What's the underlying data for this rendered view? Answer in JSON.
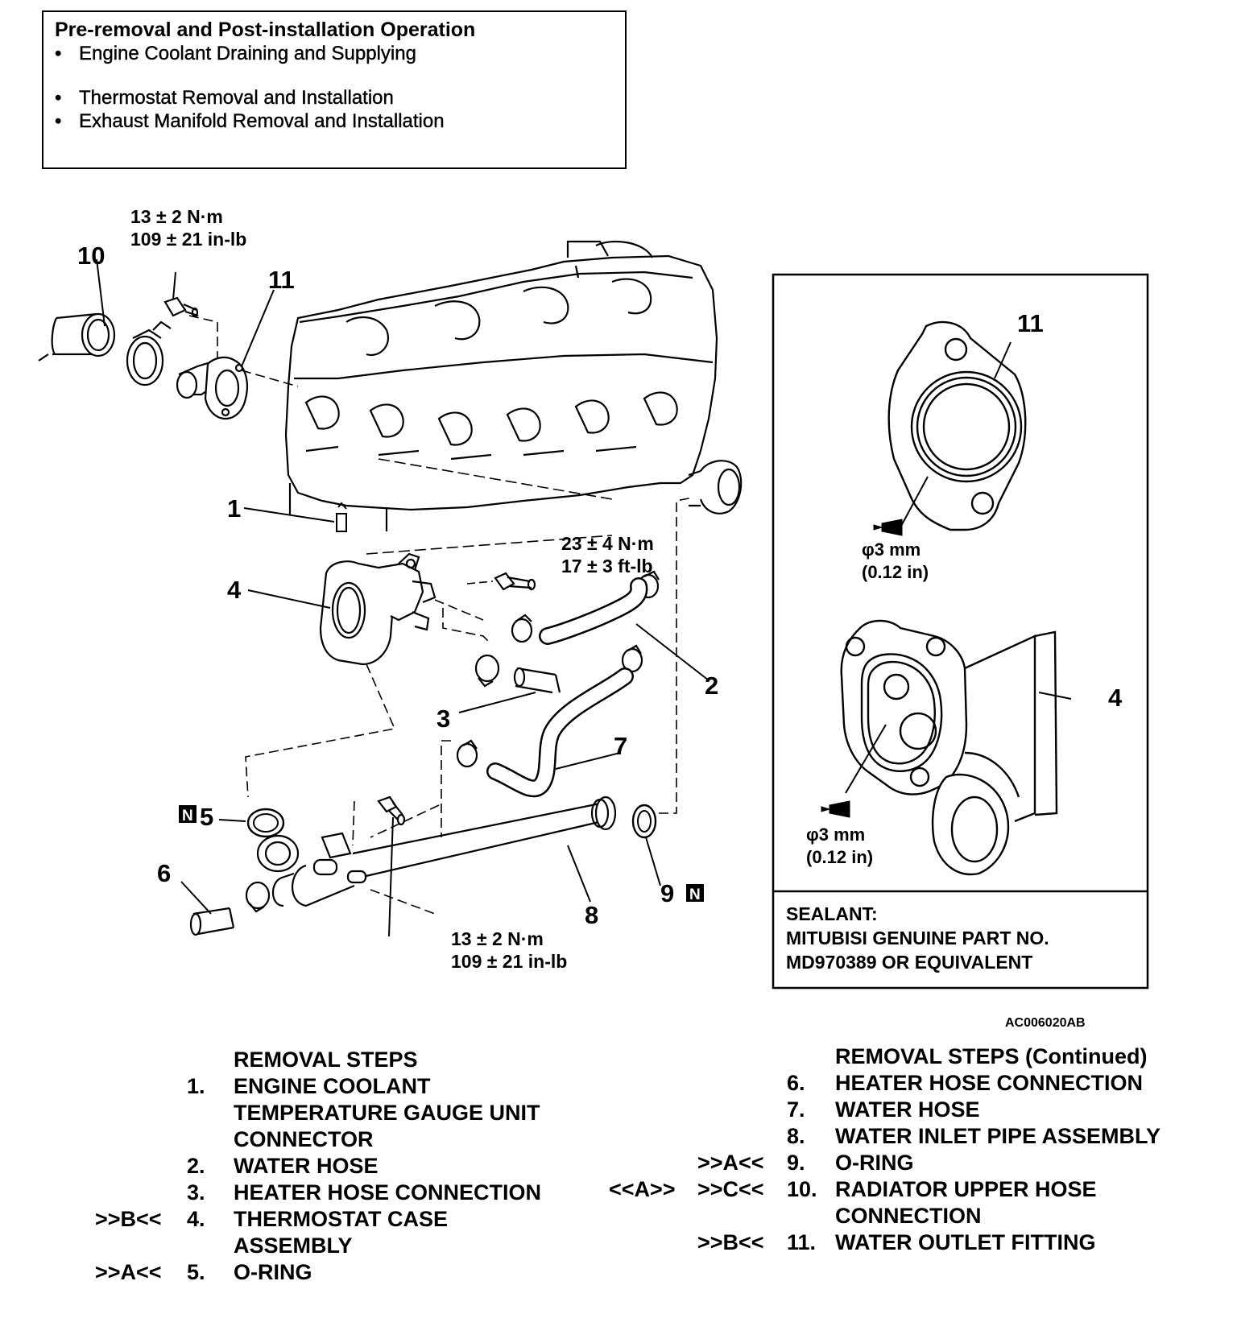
{
  "pre_removal": {
    "title": "Pre-removal and Post-installation Operation",
    "items": [
      "Engine Coolant Draining and Supplying",
      "Thermostat Removal and Installation",
      "Exhaust Manifold Removal and Installation"
    ]
  },
  "torques": {
    "top": [
      "13 ± 2 N·m",
      "109 ± 21 in-lb"
    ],
    "mid": [
      "23 ± 4 N·m",
      "17 ± 3 ft-lb"
    ],
    "bottom": [
      "13 ± 2 N·m",
      "109 ± 21 in-lb"
    ]
  },
  "callouts": [
    "1",
    "2",
    "3",
    "4",
    "5",
    "6",
    "7",
    "8",
    "9",
    "10",
    "11"
  ],
  "new_part_mark": "N",
  "inset": {
    "callout_top": "11",
    "callout_bottom": "4",
    "bead_top": [
      "φ3 mm",
      "(0.12 in)"
    ],
    "bead_bottom": [
      "φ3 mm",
      "(0.12 in)"
    ],
    "sealant_lines": [
      "SEALANT:",
      "MITUBISI GENUINE PART NO.",
      "MD970389 OR EQUIVALENT"
    ]
  },
  "figure_id": "AC006020AB",
  "removal_steps": {
    "heading": "REMOVAL STEPS",
    "steps": [
      {
        "mark": "",
        "num": "1.",
        "lines": [
          "ENGINE COOLANT",
          "TEMPERATURE GAUGE UNIT",
          "CONNECTOR"
        ]
      },
      {
        "mark": "",
        "num": "2.",
        "lines": [
          "WATER HOSE"
        ]
      },
      {
        "mark": "",
        "num": "3.",
        "lines": [
          "HEATER HOSE CONNECTION"
        ]
      },
      {
        "mark": ">>B<<",
        "num": "4.",
        "lines": [
          "THERMOSTAT CASE",
          "ASSEMBLY"
        ]
      },
      {
        "mark": ">>A<<",
        "num": "5.",
        "lines": [
          "O-RING"
        ]
      }
    ]
  },
  "removal_steps_continued": {
    "heading": "REMOVAL STEPS (Continued)",
    "steps": [
      {
        "mark1": "",
        "mark2": "",
        "num": "6.",
        "lines": [
          "HEATER HOSE CONNECTION"
        ]
      },
      {
        "mark1": "",
        "mark2": "",
        "num": "7.",
        "lines": [
          "WATER HOSE"
        ]
      },
      {
        "mark1": "",
        "mark2": "",
        "num": "8.",
        "lines": [
          "WATER INLET PIPE ASSEMBLY"
        ]
      },
      {
        "mark1": "",
        "mark2": ">>A<<",
        "num": "9.",
        "lines": [
          "O-RING"
        ]
      },
      {
        "mark1": "<<A>>",
        "mark2": ">>C<<",
        "num": "10.",
        "lines": [
          "RADIATOR UPPER HOSE",
          "CONNECTION"
        ]
      },
      {
        "mark1": "",
        "mark2": ">>B<<",
        "num": "11.",
        "lines": [
          "WATER OUTLET FITTING"
        ]
      }
    ]
  }
}
